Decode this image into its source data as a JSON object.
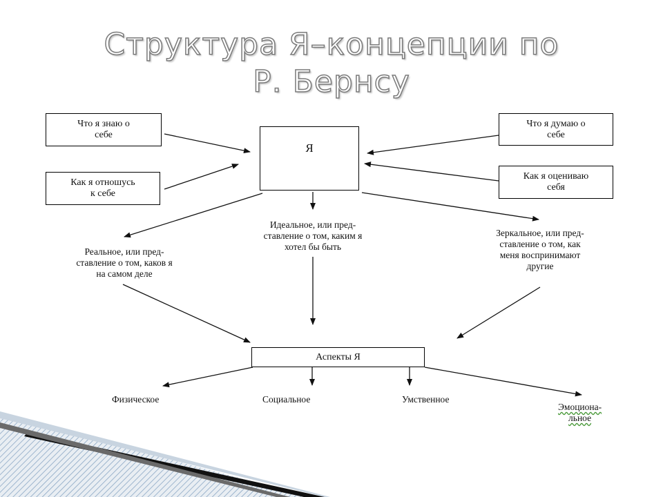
{
  "slide": {
    "title_line1": "Структура Я–концепции по",
    "title_line2": "Р. Бернсу"
  },
  "diagram": {
    "center": "Я",
    "inputs": {
      "know": "Что я знаю о\nсебе",
      "relate": "Как я отношусь\nк себе",
      "think": "Что я думаю о\nсебе",
      "evaluate": "Как я оцениваю\nсебя"
    },
    "selves": {
      "real": "Реальное, или пред-\nставление о том, каков я\nна самом деле",
      "ideal": "Идеальное, или пред-\nставление о том, каким я\nхотел бы быть",
      "mirror": "Зеркальное, или пред-\nставление о том, как\nменя воспринимают\nдругие"
    },
    "aspects_box": "Аспекты Я",
    "aspects": {
      "physical": "Физическое",
      "social": "Социальное",
      "mental": "Умственное",
      "emotional": "Эмоциона-\nльное"
    }
  },
  "colors": {
    "stripe_dark": "#111111",
    "stripe_mid": "#6a6a6a",
    "hatch_blue": "#8aa7c4",
    "title_outline": "#7a7a7a"
  }
}
